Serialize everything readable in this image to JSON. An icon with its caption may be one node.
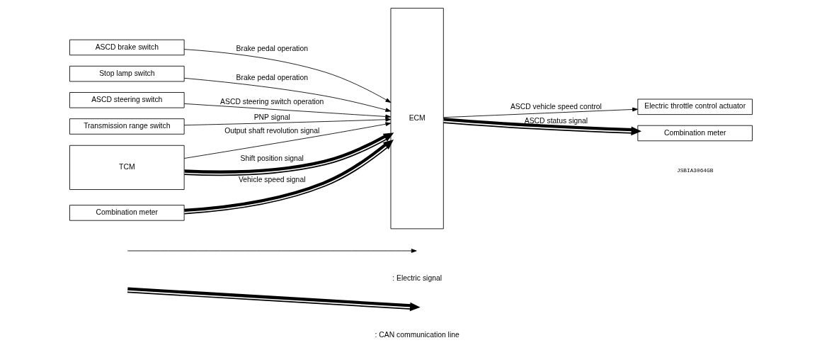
{
  "diagram": {
    "nodes": [
      {
        "text": [
          "ASCD brake switch"
        ]
      },
      {
        "text": [
          "Stop lamp switch"
        ]
      },
      {
        "text": [
          "ASCD steering switch"
        ]
      },
      {
        "text": [
          "Transmission range switch"
        ]
      },
      {
        "text": [
          "TCM"
        ]
      },
      {
        "text": [
          "Combination meter"
        ]
      },
      {
        "text": [
          "ECM"
        ]
      },
      {
        "text": [
          "Electric throttle control actuator"
        ]
      },
      {
        "text": [
          "Combination meter"
        ]
      }
    ],
    "edges": [
      {
        "from": 0,
        "to": 6,
        "arrow": "to",
        "label": "Brake pedal operation"
      },
      {
        "from": 1,
        "to": 6,
        "arrow": "to",
        "label": "Brake pedal operation"
      },
      {
        "from": 2,
        "to": 6,
        "arrow": "to",
        "label": "ASCD steering switch operation"
      },
      {
        "from": 3,
        "to": 6,
        "arrow": "to",
        "label": "PNP signal"
      },
      {
        "from": 4,
        "to": 6,
        "arrow": "to",
        "label": "Output shaft revolution signal"
      },
      {
        "from": 4,
        "to": 6,
        "arrow": "to",
        "label": "Shift position signal",
        "style": "thick"
      },
      {
        "from": 5,
        "to": 6,
        "arrow": "to",
        "label": "Vehicle speed signal",
        "style": "thick"
      },
      {
        "from": 6,
        "to": 7,
        "arrow": "to",
        "label": "ASCD vehicle speed control"
      },
      {
        "from": 6,
        "to": 8,
        "arrow": "to",
        "label": "ASCD status signal",
        "style": "thick"
      }
    ],
    "labels": [
      "JSBIA3064GB"
    ],
    "legend": [
      {
        "text": ": Electric signal"
      },
      {
        "text": ": CAN communication line"
      }
    ]
  }
}
